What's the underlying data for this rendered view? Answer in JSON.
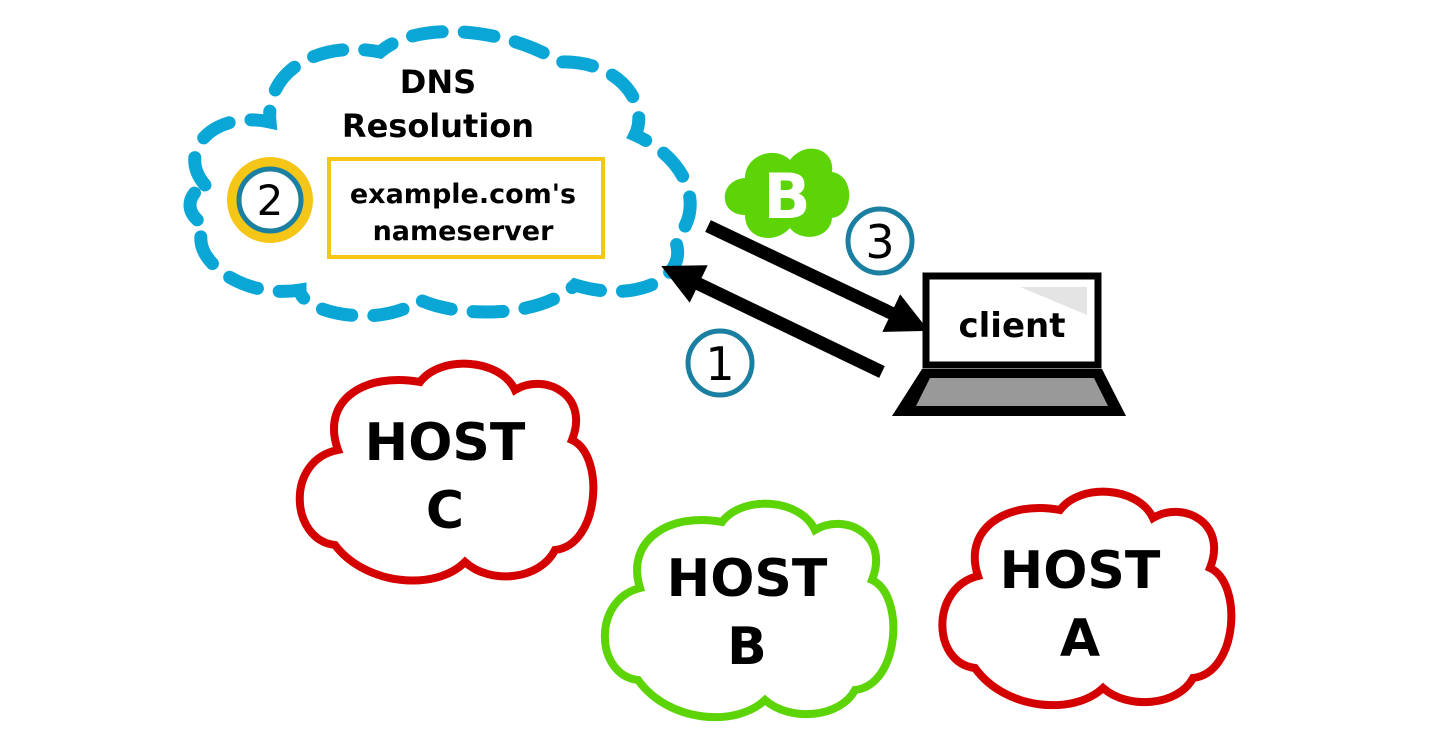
{
  "dns_zone": {
    "title_line1": "DNS",
    "title_line2": "Resolution",
    "border_color": "#0aa6d6",
    "nameserver": {
      "line1": "example.com's",
      "line2": "nameserver",
      "border_color": "#f5c518"
    },
    "step_marker": {
      "label": "2",
      "ring_color": "#f5c518",
      "inner_color": "#1a7fa0"
    }
  },
  "client": {
    "label": "client"
  },
  "steps": [
    {
      "label": "1",
      "color": "#1a7fa0"
    },
    {
      "label": "3",
      "color": "#1a7fa0"
    }
  ],
  "resolved_answer": {
    "label": "B",
    "color": "#5cd406"
  },
  "hosts": [
    {
      "id": "c",
      "line1": "HOST",
      "line2": "C",
      "status_color": "#d40000"
    },
    {
      "id": "b",
      "line1": "HOST",
      "line2": "B",
      "status_color": "#5cd406"
    },
    {
      "id": "a",
      "line1": "HOST",
      "line2": "A",
      "status_color": "#d40000"
    }
  ]
}
